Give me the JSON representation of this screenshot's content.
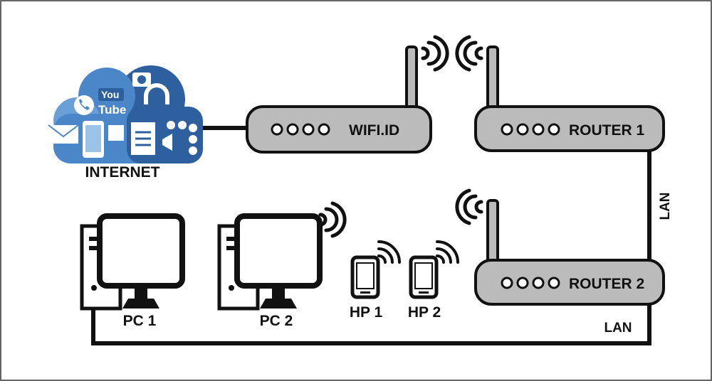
{
  "diagram": {
    "cloud": {
      "label": "INTERNET",
      "icon_text_1": "You",
      "icon_text_2": "Tube"
    },
    "routers": [
      {
        "label": "WIFI.ID"
      },
      {
        "label": "ROUTER 1"
      },
      {
        "label": "ROUTER 2"
      }
    ],
    "devices": [
      {
        "label": "PC 1"
      },
      {
        "label": "PC 2"
      },
      {
        "label": "HP 1"
      },
      {
        "label": "HP 2"
      }
    ],
    "links": [
      {
        "label": "LAN"
      },
      {
        "label": "LAN"
      }
    ]
  },
  "colors": {
    "router_body": "#bbbbbb",
    "line": "#111111",
    "cloud_blue": "#4a86c8",
    "cloud_light": "#9cc3e6",
    "cloud_dark": "#2e5f9e"
  }
}
